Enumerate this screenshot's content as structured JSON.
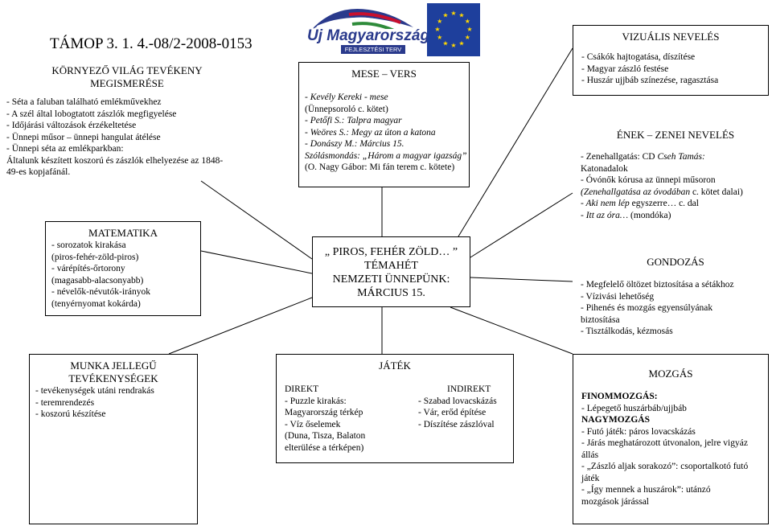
{
  "header": {
    "code": "TÁMOP 3. 1. 4.-08/2-2008-0153",
    "logo_text": "Új Magyarország",
    "logo_subtext": "FEJLESZTÉSI TERV"
  },
  "center": {
    "line1": "„ PIROS, FEHÉR ZÖLD…  ”",
    "line2": "TÉMAHÉT",
    "line3": "NEMZETI ÜNNEPÜNK:",
    "line4": "MÁRCIUS 15."
  },
  "kornyezo": {
    "title1": "KÖRNYEZŐ VILÁG TEVÉKENY",
    "title2": "MEGISMERÉSE",
    "lines": [
      "- Séta a faluban található emlékművekhez",
      "- A szél által lobogtatott zászlók megfigyelése",
      "- Időjárási változások érzékeltetése",
      "- Ünnepi műsor – ünnepi hangulat átélése",
      "- Ünnepi séta az emlékparkban:",
      "Általunk készített koszorú és zászlók elhelyezése az 1848-",
      "49-es kopjafánál."
    ]
  },
  "mese": {
    "title": "MESE – VERS",
    "lines": [
      "- Kevély Kereki  - mese",
      "(Ünnepsoroló c. kötet)",
      "- Petőfi S.: Talpra magyar",
      "- Weöres S.: Megy az úton a katona",
      "- Donászy M.: Március 15.",
      "Szólásmondás: „Három a magyar igazság”",
      "(O. Nagy Gábor: Mi fán terem c. kötete)"
    ]
  },
  "vizualis": {
    "title": "VIZUÁLIS NEVELÉS",
    "lines": [
      "- Csákók hajtogatása, díszítése",
      "- Magyar zászló festése",
      "- Huszár ujjbáb színezése, ragasztása"
    ]
  },
  "enek": {
    "title": "ÉNEK – ZENEI NEVELÉS",
    "l1a": "- Zenehallgatás: CD ",
    "l1b": "Cseh Tamás:",
    "l2": "Katonadalok",
    "l3": "- Óvónők kórusa az ünnepi műsoron",
    "l4a": "(Zenehallgatása az óvodában",
    "l4b": " c. kötet dalai)",
    "l5a": "- Aki nem lép",
    "l5b": " egyszerre… c. dal",
    "l6a": "- Itt az óra…",
    "l6b": " (mondóka)"
  },
  "matematika": {
    "title": "MATEMATIKA",
    "lines": [
      "- sorozatok kirakása",
      "(piros-fehér-zöld-piros)",
      "- várépítés-őrtorony",
      "(magasabb-alacsonyabb)",
      "- névelők-névutók-irányok",
      "(tenyérnyomat kokárda)"
    ]
  },
  "gondozas": {
    "title": "GONDOZÁS",
    "lines": [
      "- Megfelelő öltözet biztosítása a sétákhoz",
      "- Vízivási lehetőség",
      "- Pihenés és mozgás egyensúlyának",
      "biztosítása",
      "- Tisztálkodás, kézmosás"
    ]
  },
  "munka": {
    "title1": "MUNKA JELLEGŰ",
    "title2": "TEVÉKENYSÉGEK",
    "lines": [
      "- tevékenységek utáni rendrakás",
      "- teremrendezés",
      "- koszorú készítése"
    ]
  },
  "jatek": {
    "title": "JÁTÉK",
    "direkt_title": "DIREKT",
    "direkt": [
      "- Puzzle kirakás:",
      "Magyarország térkép",
      "- Víz őselemek",
      "(Duna, Tisza, Balaton",
      "elterülése a térképen)"
    ],
    "indirekt_title": "INDIREKT",
    "indirekt": [
      "- Szabad lovacskázás",
      "- Vár, erőd építése",
      "- Díszítése zászlóval"
    ]
  },
  "mozgas": {
    "title": "MOZGÁS",
    "finom_title": "FINOMMOZGÁS:",
    "finom": [
      "- Lépegető huszárbáb/ujjbáb"
    ],
    "nagy_title": "NAGYMOZGÁS",
    "nagy": [
      "- Futó játék: páros lovacskázás",
      "- Járás meghatározott útvonalon, jelre vigyáz",
      "állás",
      "- „Zászló aljak sorakozó”: csoportalkotó futó",
      "játék",
      "- „Így mennek a huszárok”: utánzó",
      "mozgások járással"
    ]
  }
}
